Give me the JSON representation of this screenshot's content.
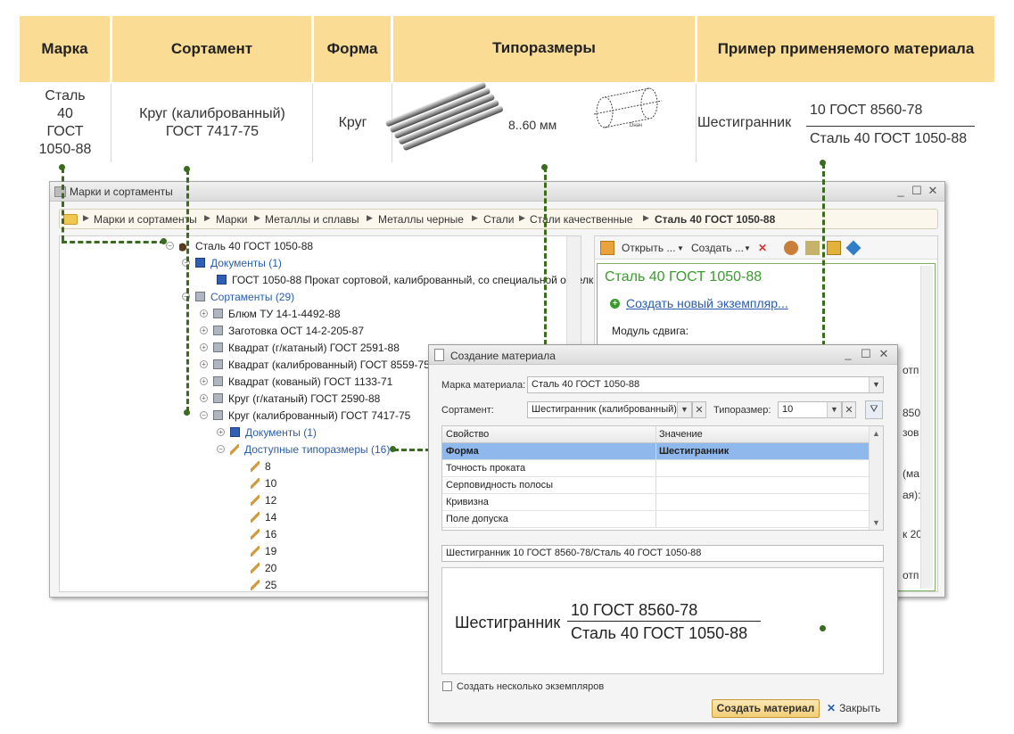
{
  "spec_table": {
    "headers": [
      "Марка",
      "Сортамент",
      "Форма",
      "Типоразмеры",
      "Пример применяемого материала"
    ],
    "grade": [
      "Сталь",
      "40",
      "ГОСТ",
      "1050-88"
    ],
    "assortment": [
      "Круг (калиброванный)",
      "ГОСТ 7417-75"
    ],
    "form": "Круг",
    "size_range": "8..60 мм",
    "sketch_label": "Dнач",
    "example": {
      "name": "Шестигранник",
      "numerator": "10 ГОСТ 8560-78",
      "denominator": "Сталь 40 ГОСТ 1050-88"
    }
  },
  "main_window": {
    "title": "Марки и сортаменты",
    "controls": [
      "_",
      "☐",
      "✕"
    ],
    "breadcrumb": [
      "Марки и сортаменты",
      "Марки",
      "Металлы и сплавы",
      "Металлы черные",
      "Стали",
      "Стали качественные",
      "Сталь 40 ГОСТ 1050-88"
    ],
    "tree": {
      "root": "Сталь 40 ГОСТ 1050-88",
      "documents": "Документы",
      "documents_count": "(1)",
      "gost_doc": "ГОСТ 1050-88 Прокат сортовой, калиброванный, со специальной отделк...",
      "assortments": "Сортаменты",
      "assortments_count": "(29)",
      "items": [
        "Блюм ТУ 14-1-4492-88",
        "Заготовка ОСТ 14-2-205-87",
        "Квадрат (г/катаный) ГОСТ 2591-88",
        "Квадрат (калиброванный) ГОСТ 8559-75",
        "Квадрат (кованый) ГОСТ 1133-71",
        "Круг (г/катаный) ГОСТ 2590-88",
        "Круг (калиброванный) ГОСТ 7417-75"
      ],
      "sub_documents": "Документы",
      "sub_documents_count": "(1)",
      "sizes_label": "Доступные типоразмеры",
      "sizes_count": "(16)",
      "sizes": [
        "8",
        "10",
        "12",
        "14",
        "16",
        "19",
        "20",
        "25"
      ]
    },
    "toolbar": {
      "open": "Открыть ...",
      "create": "Создать ..."
    },
    "detail": {
      "title": "Сталь 40 ГОСТ 1050-88",
      "create_link": "Создать новый экземпляр...",
      "shift_label": "Модуль сдвига:",
      "partials": [
        "отп",
        "850",
        "зов",
        "(ма",
        "ая):",
        "к 20",
        "отп"
      ]
    }
  },
  "dialog": {
    "title": "Создание материала",
    "controls": [
      "_",
      "☐",
      "✕"
    ],
    "grade_label": "Марка материала:",
    "grade_value": "Сталь 40 ГОСТ 1050-88",
    "assortment_label": "Сортамент:",
    "assortment_value": "Шестигранник (калиброванный)",
    "size_label": "Типоразмер:",
    "size_value": "10",
    "grid": {
      "headers": [
        "Свойство",
        "Значение"
      ],
      "rows": [
        {
          "prop": "Форма",
          "value": "Шестигранник"
        },
        {
          "prop": "Точность проката",
          "value": ""
        },
        {
          "prop": "Серповидность полосы",
          "value": ""
        },
        {
          "prop": "Кривизна",
          "value": ""
        },
        {
          "prop": "Поле допуска",
          "value": ""
        }
      ]
    },
    "material_name": "Шестигранник 10 ГОСТ 8560-78/Сталь 40 ГОСТ 1050-88",
    "preview": {
      "name": "Шестигранник",
      "numerator": "10 ГОСТ 8560-78",
      "denominator": "Сталь 40 ГОСТ 1050-88"
    },
    "multi_checkbox_label": "Создать несколько экземпляров",
    "create_button": "Создать материал",
    "close_button": "Закрыть"
  }
}
